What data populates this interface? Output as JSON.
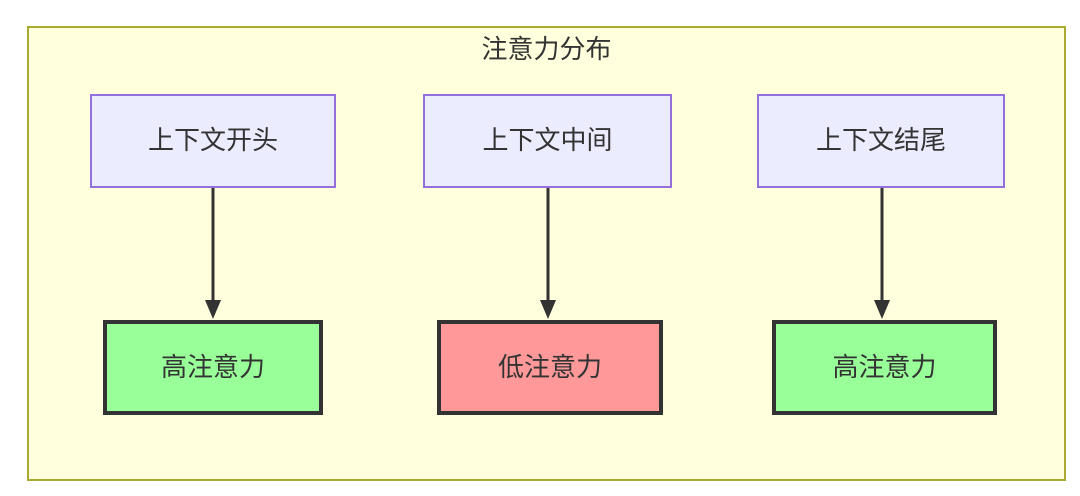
{
  "diagram": {
    "title": "注意力分布",
    "top_nodes": [
      {
        "id": "A",
        "label": "上下文开头"
      },
      {
        "id": "B",
        "label": "上下文中间"
      },
      {
        "id": "C",
        "label": "上下文结尾"
      }
    ],
    "bottom_nodes": [
      {
        "id": "D",
        "label": "高注意力",
        "type": "high"
      },
      {
        "id": "E",
        "label": "低注意力",
        "type": "low"
      },
      {
        "id": "F",
        "label": "高注意力",
        "type": "high"
      }
    ],
    "edges": [
      {
        "from": "上下文开头",
        "to": "高注意力"
      },
      {
        "from": "上下文中间",
        "to": "低注意力"
      },
      {
        "from": "上下文结尾",
        "to": "高注意力"
      }
    ],
    "colors": {
      "container_fill": "#ffffde",
      "container_border": "#aaaa33",
      "context_node_fill": "#ececff",
      "context_node_border": "#9370db",
      "high_attention_fill": "#99ff99",
      "low_attention_fill": "#ff9999",
      "attention_node_border": "#333333",
      "arrow": "#333333",
      "text": "#333333"
    }
  }
}
